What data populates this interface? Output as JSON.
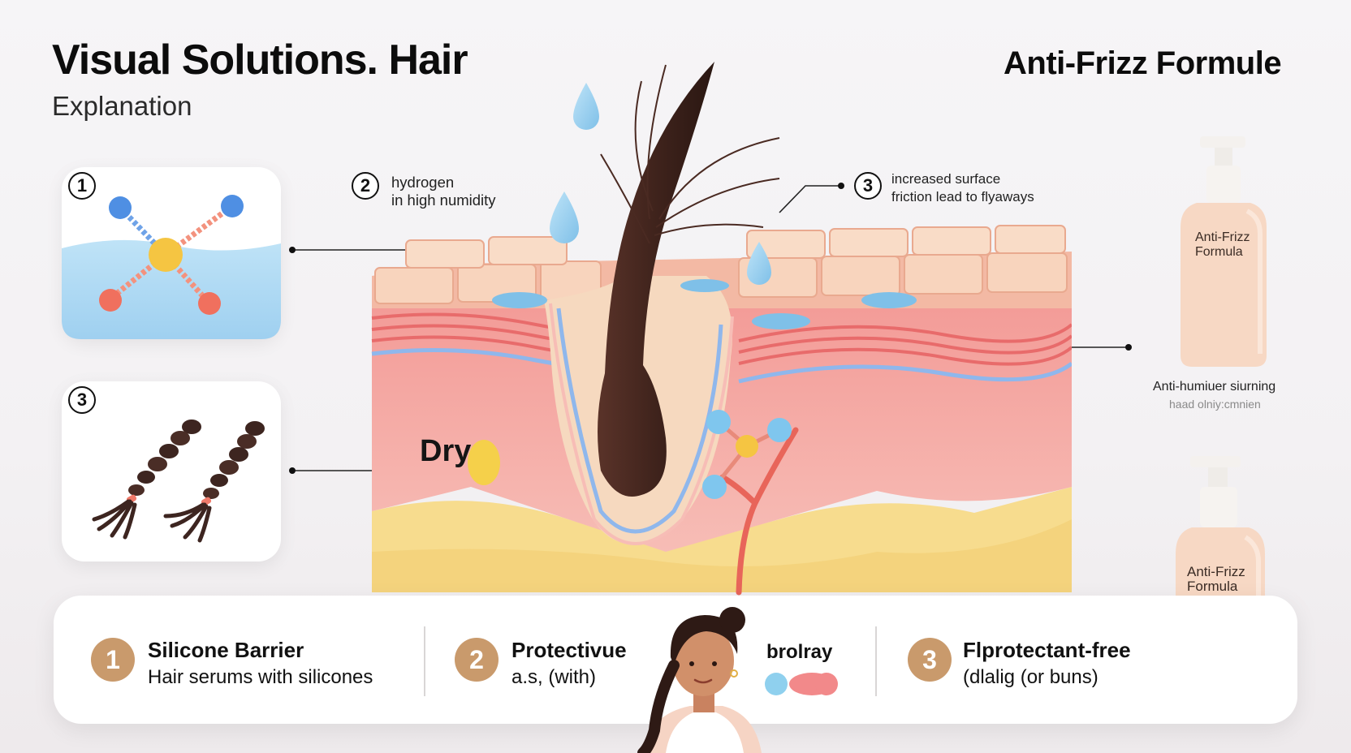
{
  "header": {
    "title": "Visual Solutions. Hair",
    "subtitle": "Explanation",
    "right_title": "Anti-Frizz Formule"
  },
  "cards": [
    {
      "number": "1"
    },
    {
      "number": "3"
    }
  ],
  "callouts": [
    {
      "number": "2",
      "line1": "hydrogen",
      "line2": "in high numidity"
    },
    {
      "number": "3",
      "line1": "increased surface",
      "line2": "friction lead to flyaways"
    }
  ],
  "diagram": {
    "dry_label": "Dry"
  },
  "product": {
    "bottle_top_label_1": "Anti-Frizz",
    "bottle_top_label_2": "Formula",
    "caption_1": "Anti-humiuer siurning",
    "caption_2": "haad olniy:cmnien",
    "bottle_bottom_label_1": "Anti-Frizz",
    "bottle_bottom_label_2": "Formula"
  },
  "solutions": [
    {
      "number": "1",
      "title": "Silicone Barrier",
      "desc": "Hair serums with silicones"
    },
    {
      "number": "2",
      "title": "Protectivue",
      "desc": "a.s, (with)"
    },
    {
      "number": "3",
      "title": "Flprotectant-free",
      "desc": "(dlalig (or buns)"
    }
  ],
  "bubble_label": "brolray",
  "colors": {
    "skin_top": "#f6c8ae",
    "skin_pink": "#f5a3a0",
    "fat_yellow": "#f7dc8e",
    "hair": "#4a2a22",
    "water": "#8ec9ea",
    "accent_brown": "#c99a6c"
  }
}
